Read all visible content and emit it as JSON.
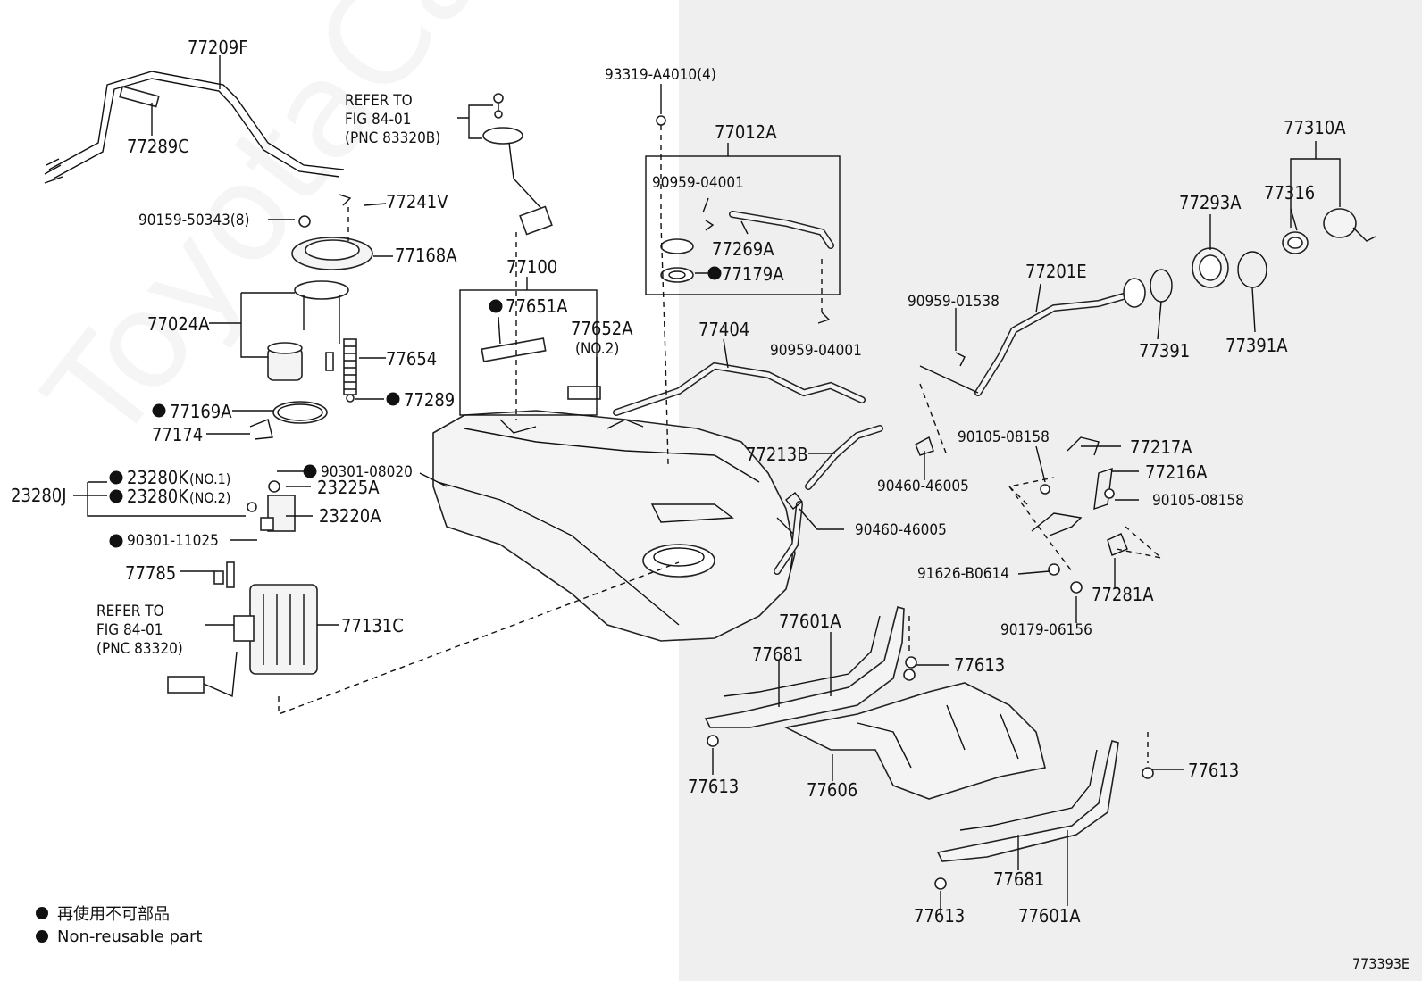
{
  "labels": {
    "p77209F": "77209F",
    "p77289C": "77289C",
    "refer1_l1": "REFER TO",
    "refer1_l2": "FIG 84-01",
    "refer1_l3": "(PNC 83320B)",
    "p93319": "93319-A4010(4)",
    "p77012A": "77012A",
    "p77310A": "77310A",
    "p90159": "90159-50343(8)",
    "p77241V": "77241V",
    "p90959_04001a": "90959-04001",
    "p77269A": "77269A",
    "p77168A": "77168A",
    "p77179A": "77179A",
    "p77316": "77316",
    "p77293A": "77293A",
    "p77100": "77100",
    "p77201E": "77201E",
    "p77024A": "77024A",
    "p77651A": "77651A",
    "p77652A": "77652A",
    "p77652A_sub": "(NO.2)",
    "p90959_01538": "90959-01538",
    "p77404": "77404",
    "p77654": "77654",
    "p90959_04001b": "90959-04001",
    "p77391": "77391",
    "p77391A": "77391A",
    "p77289": "77289",
    "p77169A": "77169A",
    "p77174": "77174",
    "p90105_08158a": "90105-08158",
    "p77217A": "77217A",
    "p77213B": "77213B",
    "p90301_08020": "90301-08020",
    "p77216A": "77216A",
    "p23280K_1": "23280K",
    "p23280K_1sub": "(NO.1)",
    "p23280J": "23280J",
    "p23225A": "23225A",
    "p90460_46005a": "90460-46005",
    "p23280K_2": "23280K",
    "p23280K_2sub": "(NO.2)",
    "p90105_08158b": "90105-08158",
    "p23220A": "23220A",
    "p90460_46005b": "90460-46005",
    "p90301_11025": "90301-11025",
    "p77785": "77785",
    "p91626": "91626-B0614",
    "p77281A": "77281A",
    "refer2_l1": "REFER TO",
    "refer2_l2": "FIG 84-01",
    "refer2_l3": "(PNC 83320)",
    "p77131C": "77131C",
    "p77601A_a": "77601A",
    "p90179": "90179-06156",
    "p77681_a": "77681",
    "p77613_a": "77613",
    "p77613_b": "77613",
    "p77606": "77606",
    "p77613_c": "77613",
    "p77681_b": "77681",
    "p77613_d": "77613",
    "p77601A_b": "77601A"
  },
  "legend": {
    "line1": "再使用不可部品",
    "line2": "Non-reusable part"
  },
  "watermark": "ToyotaCarMine.ru",
  "figure_code": "773393E"
}
